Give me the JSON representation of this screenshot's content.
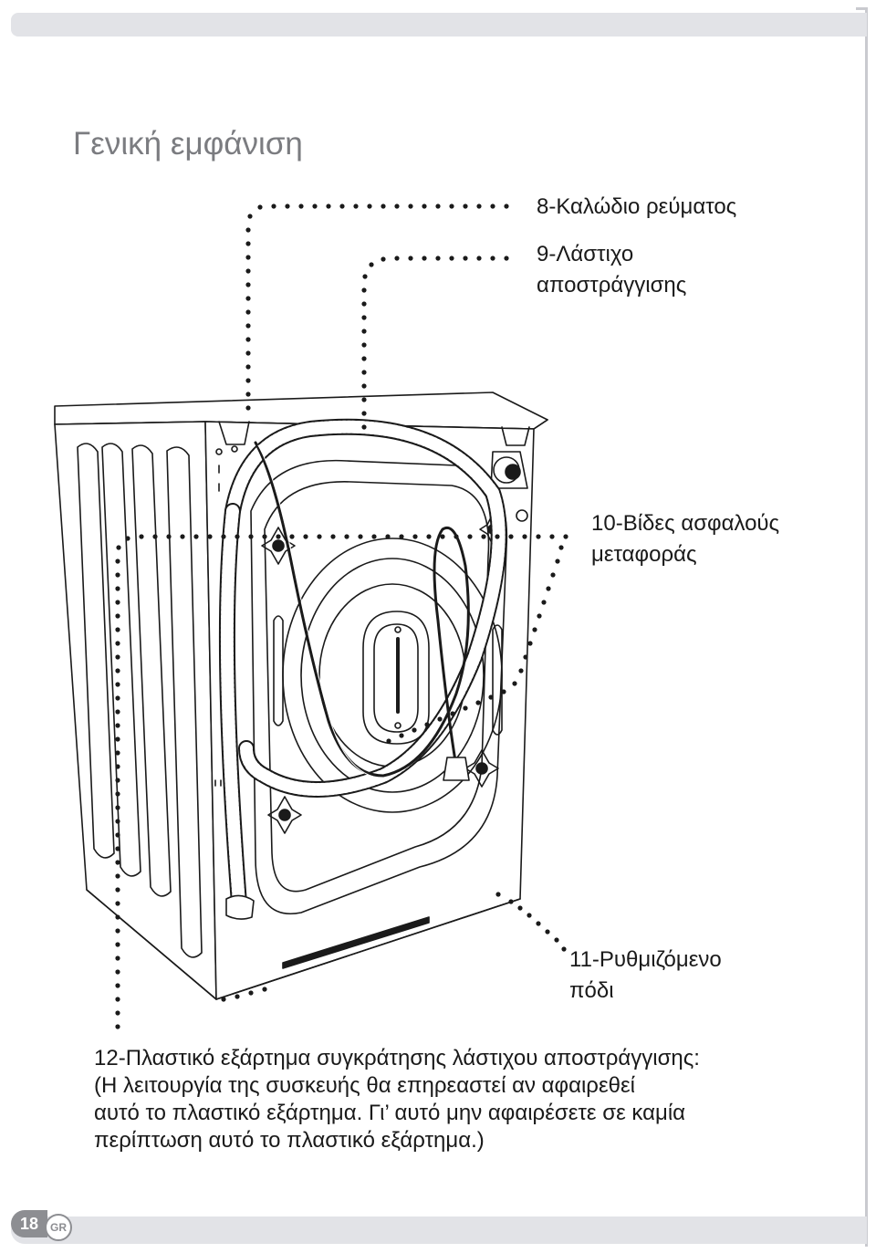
{
  "page": {
    "title": "Γενική εμφάνιση",
    "page_number": "18",
    "language": "GR"
  },
  "callouts": {
    "power_cable": "8-Καλώδιο ρεύματος",
    "drain_hose_line1": "9-Λάστιχο",
    "drain_hose_line2": "αποστράγγισης",
    "transport_bolts_line1": "10-Βίδες ασφαλούς",
    "transport_bolts_line2": "μεταφοράς",
    "adjustable_foot_line1": "11-Ρυθμιζόμενο",
    "adjustable_foot_line2": "πόδι"
  },
  "note": {
    "line1": "12-Πλαστικό εξάρτημα συγκράτησης λάστιχου αποστράγγισης:",
    "line2": "(Η λειτουργία της συσκευής θα επηρεαστεί αν αφαιρεθεί",
    "line3": "αυτό το πλαστικό εξάρτημα. Γι’ αυτό μην αφαιρέσετε σε καμία",
    "line4": "περίπτωση αυτό το πλαστικό εξάρτημα.)"
  },
  "colors": {
    "header_bar": "#e2e3e7",
    "title": "#7b7c80",
    "badge": "#8d8e92",
    "line_art": "#1a1a1a"
  },
  "icons": [
    "washing-machine-rear-illustration",
    "dotted-leader-line"
  ]
}
